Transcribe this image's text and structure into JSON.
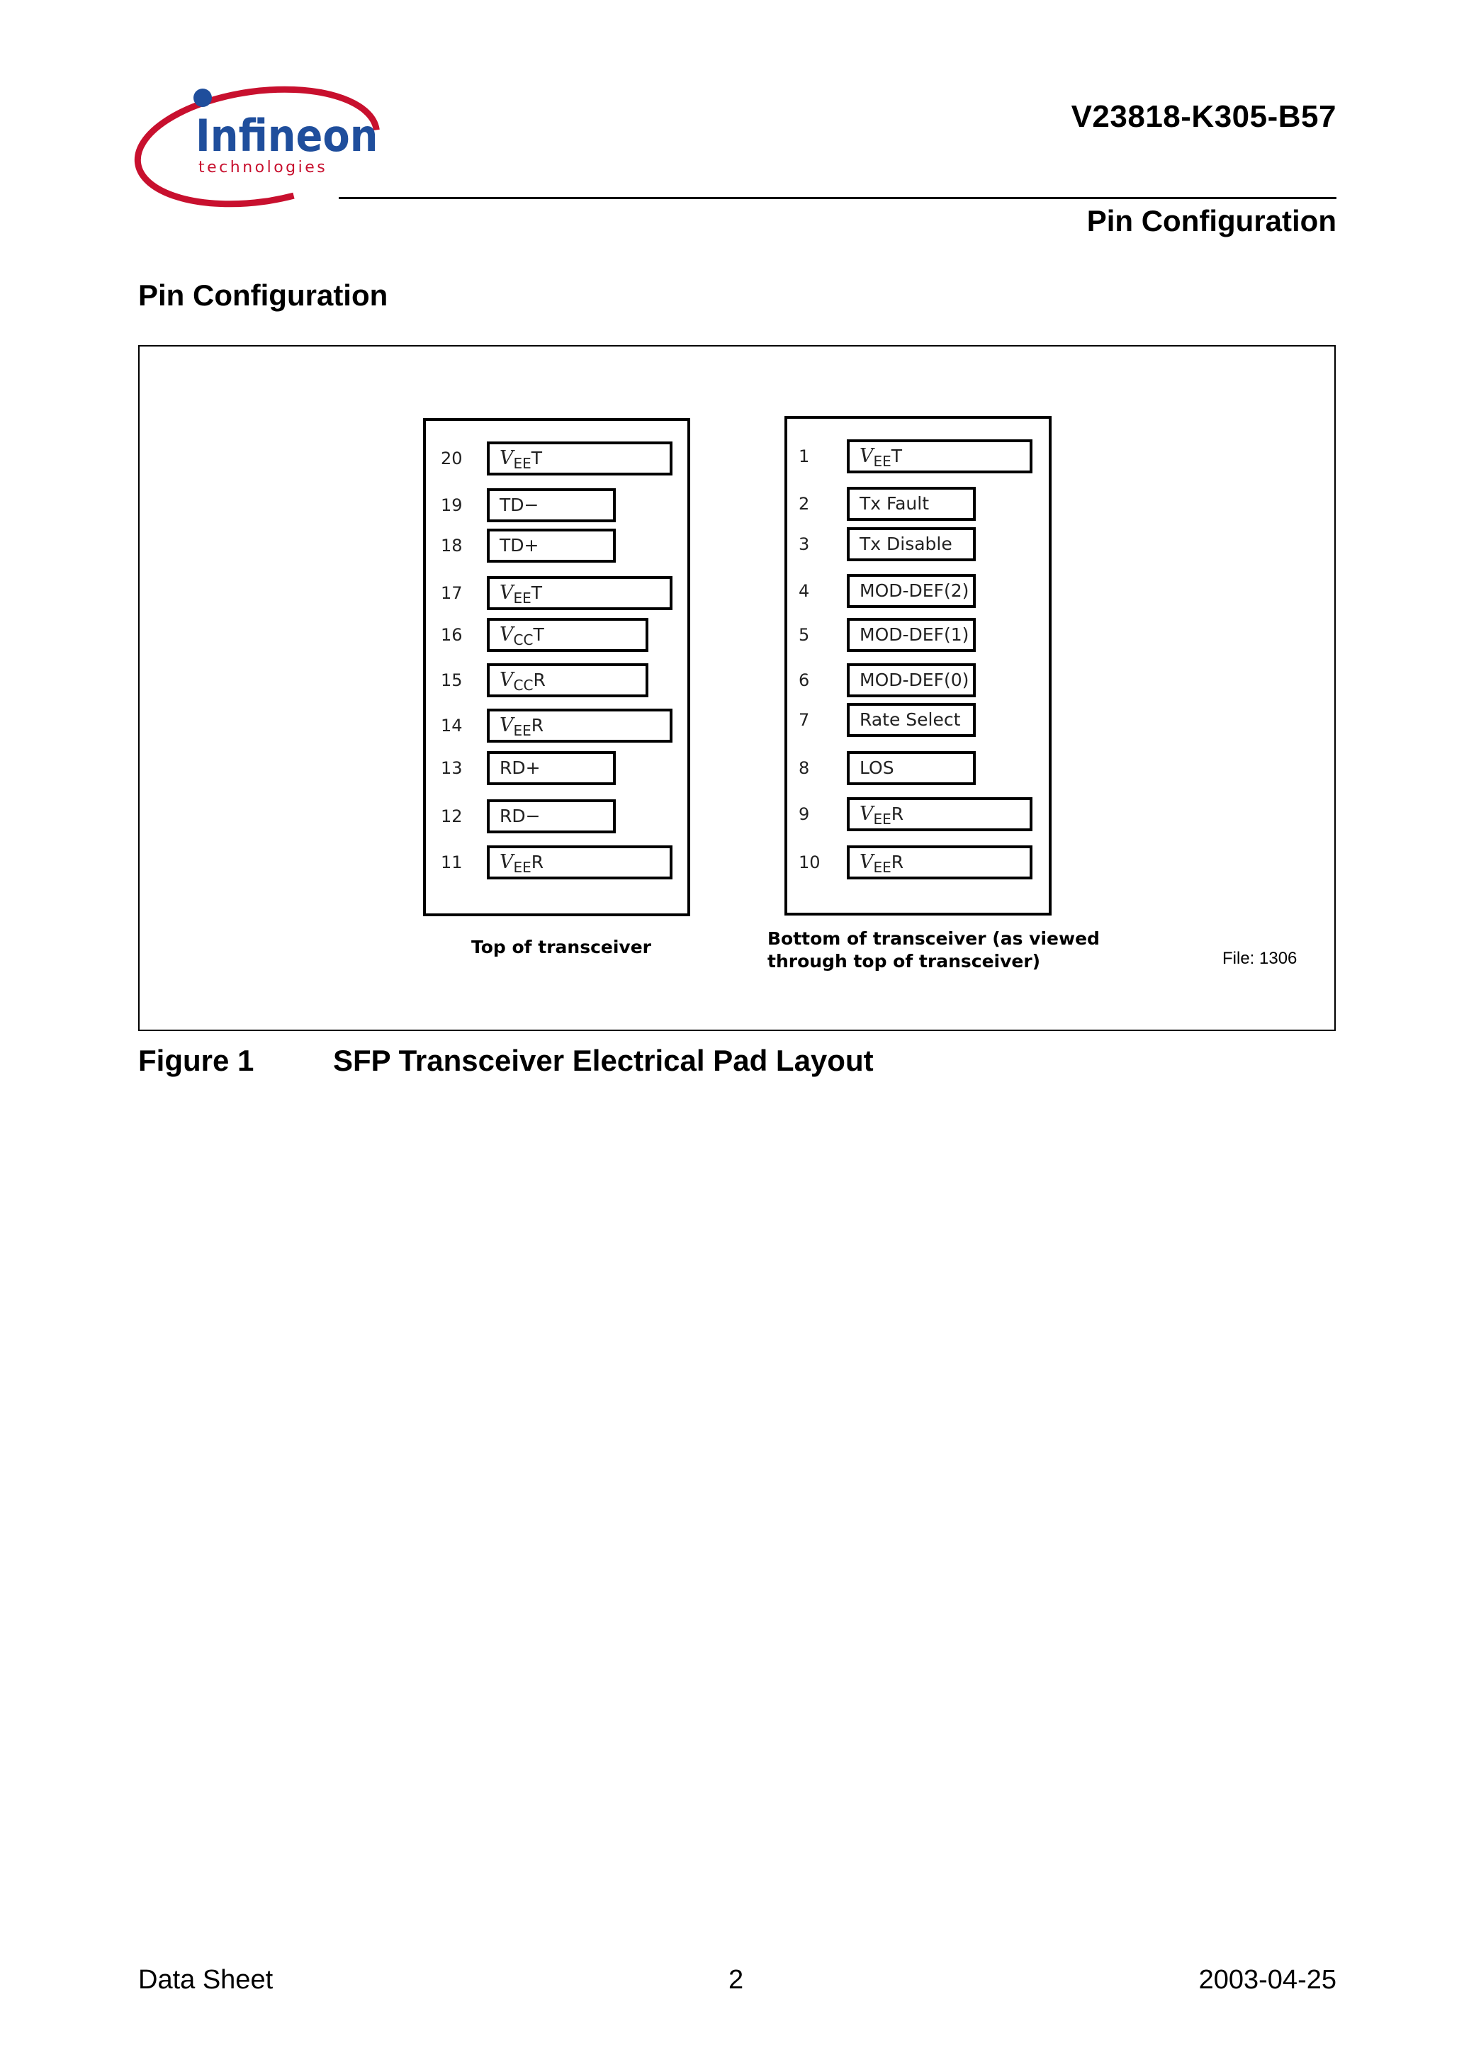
{
  "header": {
    "logo": {
      "brand": "Infineon",
      "tagline": "technologies",
      "colors": {
        "blue": "#1f4e9c",
        "red": "#c8102e"
      }
    },
    "part_number": "V23818-K305-B57",
    "section": "Pin Configuration"
  },
  "section_title": "Pin Configuration",
  "figure": {
    "top_panel": {
      "caption": "Top of transceiver",
      "pins": [
        {
          "num": "20",
          "v": "V",
          "sub": "EE",
          "suffix": "T"
        },
        {
          "num": "19",
          "label": "TD−"
        },
        {
          "num": "18",
          "label": "TD+"
        },
        {
          "num": "17",
          "v": "V",
          "sub": "EE",
          "suffix": "T"
        },
        {
          "num": "16",
          "v": "V",
          "sub": "CC",
          "suffix": "T"
        },
        {
          "num": "15",
          "v": "V",
          "sub": "CC",
          "suffix": "R"
        },
        {
          "num": "14",
          "v": "V",
          "sub": "EE",
          "suffix": "R"
        },
        {
          "num": "13",
          "label": "RD+"
        },
        {
          "num": "12",
          "label": "RD−"
        },
        {
          "num": "11",
          "v": "V",
          "sub": "EE",
          "suffix": "R"
        }
      ]
    },
    "bottom_panel": {
      "caption_line1": "Bottom of transceiver (as viewed",
      "caption_line2": "through top of transceiver)",
      "pins": [
        {
          "num": "1",
          "v": "V",
          "sub": "EE",
          "suffix": "T"
        },
        {
          "num": "2",
          "label": "Tx Fault"
        },
        {
          "num": "3",
          "label": "Tx Disable"
        },
        {
          "num": "4",
          "label": "MOD-DEF(2)"
        },
        {
          "num": "5",
          "label": "MOD-DEF(1)"
        },
        {
          "num": "6",
          "label": "MOD-DEF(0)"
        },
        {
          "num": "7",
          "label": "Rate Select"
        },
        {
          "num": "8",
          "label": "LOS"
        },
        {
          "num": "9",
          "v": "V",
          "sub": "EE",
          "suffix": "R"
        },
        {
          "num": "10",
          "v": "V",
          "sub": "EE",
          "suffix": "R"
        }
      ]
    },
    "file_label": "File: 1306",
    "caption_label": "Figure 1",
    "caption_title": "SFP Transceiver Electrical Pad Layout"
  },
  "footer": {
    "left": "Data Sheet",
    "center": "2",
    "right": "2003-04-25"
  }
}
